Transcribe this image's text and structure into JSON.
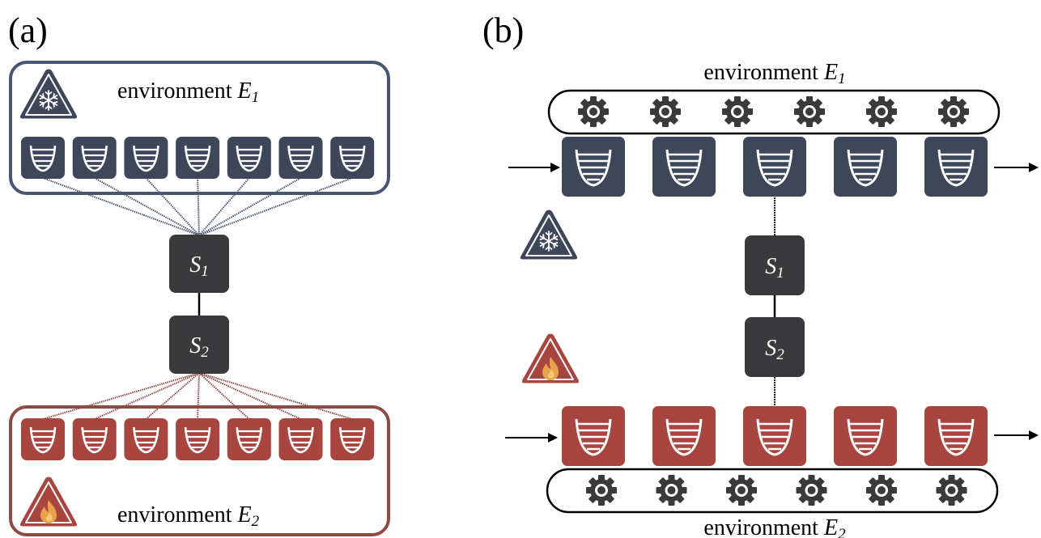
{
  "panels": {
    "a": {
      "label": "(a)",
      "env_top": {
        "prefix": "environment ",
        "name": "E",
        "sub": "1"
      },
      "env_bottom": {
        "prefix": "environment ",
        "name": "E",
        "sub": "2"
      },
      "system_top": {
        "name": "S",
        "sub": "1"
      },
      "system_bottom": {
        "name": "S",
        "sub": "2"
      },
      "oscillators_per_environment": 7
    },
    "b": {
      "label": "(b)",
      "env_top": {
        "prefix": "environment ",
        "name": "E",
        "sub": "1"
      },
      "env_bottom": {
        "prefix": "environment ",
        "name": "E",
        "sub": "2"
      },
      "system_top": {
        "name": "S",
        "sub": "1"
      },
      "system_bottom": {
        "name": "S",
        "sub": "2"
      },
      "oscillators_per_row": 5,
      "gears_per_belt": 6
    }
  },
  "icons": {
    "cold": "snowflake-warning-icon",
    "hot": "flame-warning-icon"
  },
  "colors": {
    "cold": "#3e4659",
    "cold_outline": "#4a5571",
    "hot": "#a9453f",
    "hot_outline": "#8e4a44",
    "system": "#3a3a3d",
    "gear": "#3a3a3a",
    "flame": "#e8a24a"
  }
}
